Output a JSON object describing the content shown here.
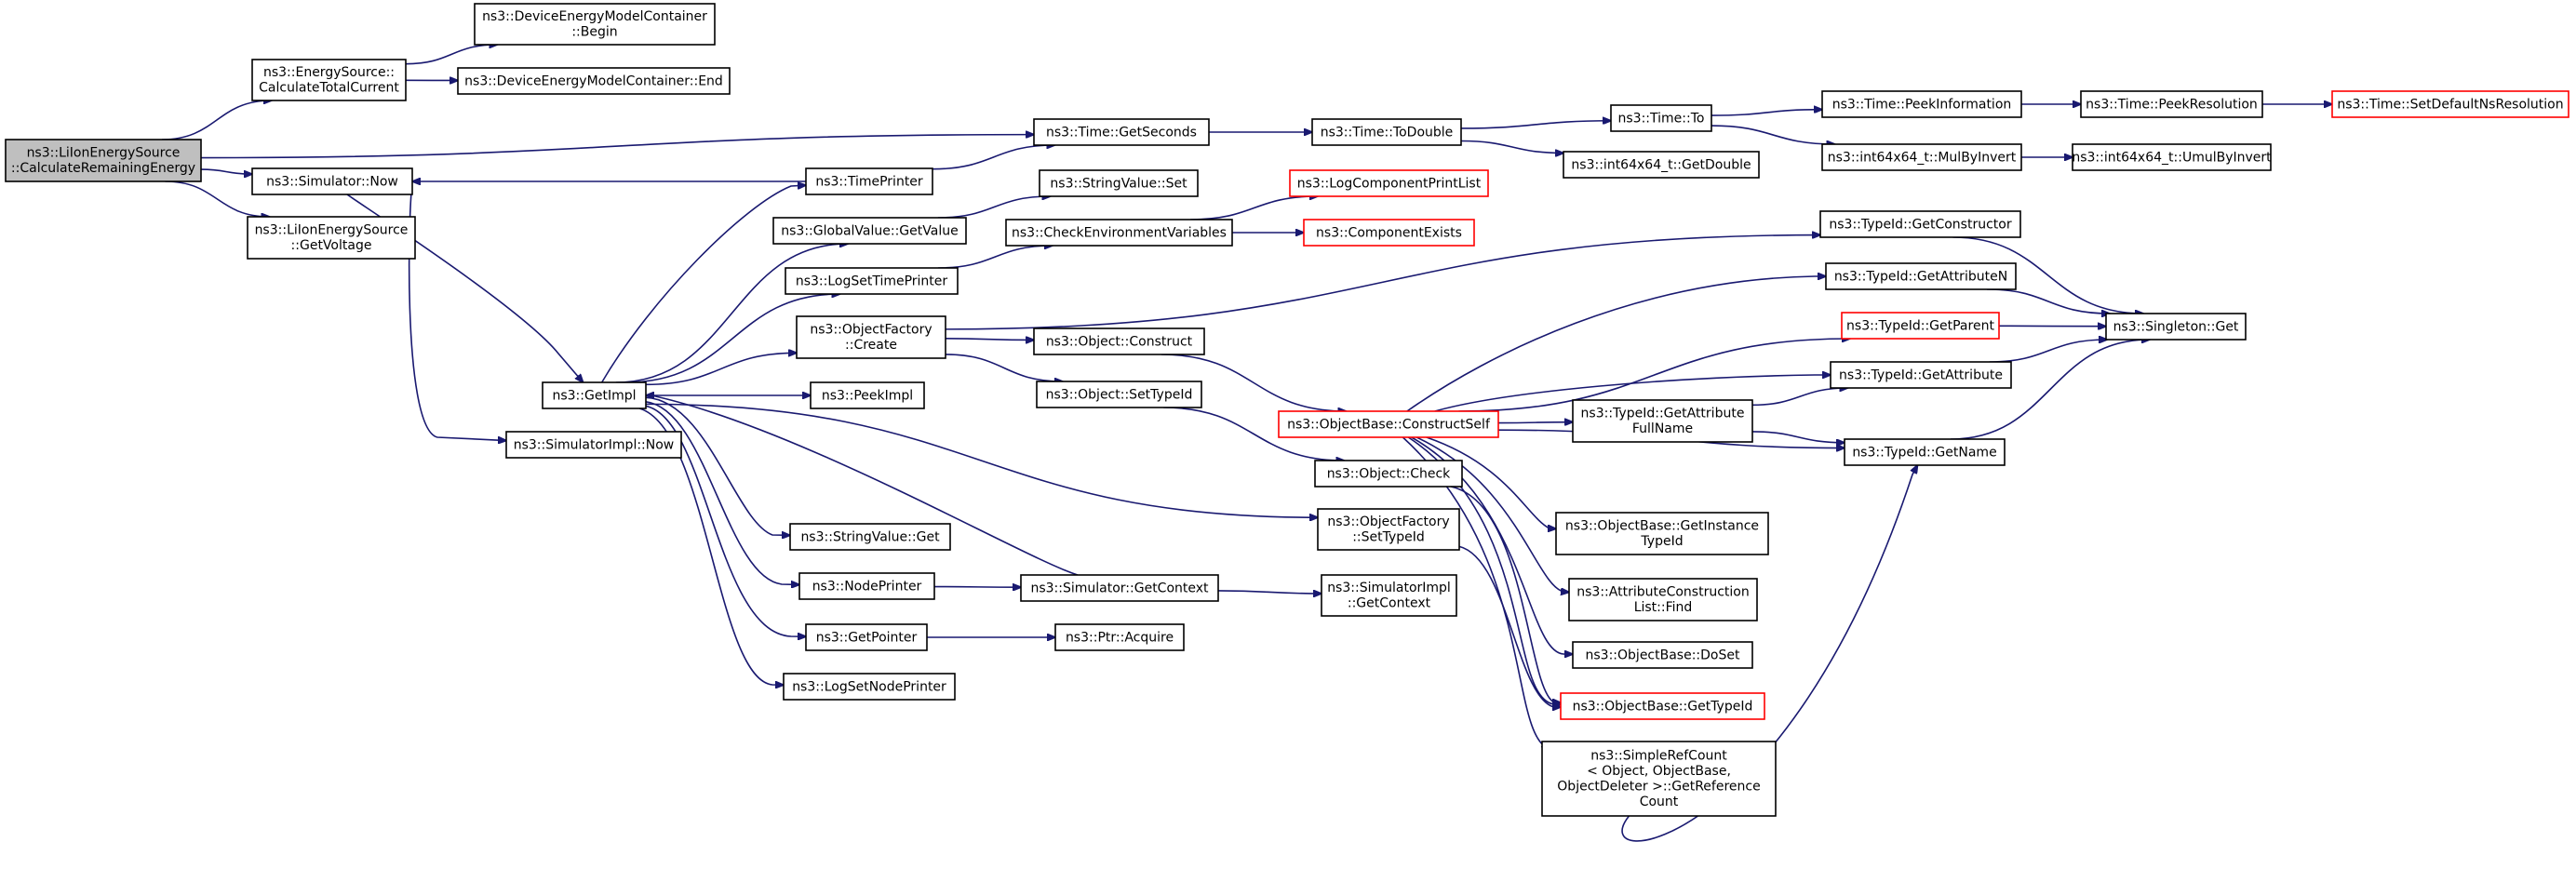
{
  "diagram": {
    "colors": {
      "edge": "#191970",
      "root_fill": "#bfbfbf",
      "missing_border": "#ff0000",
      "node_border": "#000000"
    },
    "nodes": [
      {
        "id": "root",
        "lines": [
          "ns3::LiIonEnergySource",
          "::CalculateRemainingEnergy"
        ],
        "style": "root"
      },
      {
        "id": "es_calc",
        "lines": [
          "ns3::EnergySource::",
          "CalculateTotalCurrent"
        ]
      },
      {
        "id": "dem_begin",
        "lines": [
          "ns3::DeviceEnergyModelContainer",
          "::Begin"
        ]
      },
      {
        "id": "dem_end",
        "lines": [
          "ns3::DeviceEnergyModelContainer::End"
        ]
      },
      {
        "id": "sim_now",
        "lines": [
          "ns3::Simulator::Now"
        ]
      },
      {
        "id": "getvoltage",
        "lines": [
          "ns3::LiIonEnergySource",
          "::GetVoltage"
        ]
      },
      {
        "id": "getimpl",
        "lines": [
          "ns3::GetImpl"
        ]
      },
      {
        "id": "simimpl_now",
        "lines": [
          "ns3::SimulatorImpl::Now"
        ]
      },
      {
        "id": "timeprinter",
        "lines": [
          "ns3::TimePrinter"
        ]
      },
      {
        "id": "gv_getvalue",
        "lines": [
          "ns3::GlobalValue::GetValue"
        ]
      },
      {
        "id": "logsettime",
        "lines": [
          "ns3::LogSetTimePrinter"
        ]
      },
      {
        "id": "of_create",
        "lines": [
          "ns3::ObjectFactory",
          "::Create"
        ]
      },
      {
        "id": "peekimpl",
        "lines": [
          "ns3::PeekImpl"
        ]
      },
      {
        "id": "sv_get",
        "lines": [
          "ns3::StringValue::Get"
        ]
      },
      {
        "id": "nodeprinter",
        "lines": [
          "ns3::NodePrinter"
        ]
      },
      {
        "id": "getpointer",
        "lines": [
          "ns3::GetPointer"
        ]
      },
      {
        "id": "logsetnode",
        "lines": [
          "ns3::LogSetNodePrinter"
        ]
      },
      {
        "id": "time_getseconds",
        "lines": [
          "ns3::Time::GetSeconds"
        ]
      },
      {
        "id": "sv_set",
        "lines": [
          "ns3::StringValue::Set"
        ]
      },
      {
        "id": "checkenv",
        "lines": [
          "ns3::CheckEnvironmentVariables"
        ]
      },
      {
        "id": "obj_construct",
        "lines": [
          "ns3::Object::Construct"
        ]
      },
      {
        "id": "obj_settypeid",
        "lines": [
          "ns3::Object::SetTypeId"
        ]
      },
      {
        "id": "sim_getcontext",
        "lines": [
          "ns3::Simulator::GetContext"
        ]
      },
      {
        "id": "ptr_acquire",
        "lines": [
          "ns3::Ptr::Acquire"
        ]
      },
      {
        "id": "time_todouble",
        "lines": [
          "ns3::Time::ToDouble"
        ]
      },
      {
        "id": "logcompprint",
        "lines": [
          "ns3::LogComponentPrintList"
        ],
        "style": "red"
      },
      {
        "id": "compexists",
        "lines": [
          "ns3::ComponentExists"
        ],
        "style": "red"
      },
      {
        "id": "ob_constructself",
        "lines": [
          "ns3::ObjectBase::ConstructSelf"
        ],
        "style": "red"
      },
      {
        "id": "obj_check",
        "lines": [
          "ns3::Object::Check"
        ]
      },
      {
        "id": "of_settypeid",
        "lines": [
          "ns3::ObjectFactory",
          "::SetTypeId"
        ]
      },
      {
        "id": "simimpl_getcontext",
        "lines": [
          "ns3::SimulatorImpl",
          "::GetContext"
        ]
      },
      {
        "id": "time_to",
        "lines": [
          "ns3::Time::To"
        ]
      },
      {
        "id": "int64_getdouble",
        "lines": [
          "ns3::int64x64_t::GetDouble"
        ]
      },
      {
        "id": "tid_getattrfull",
        "lines": [
          "ns3::TypeId::GetAttribute",
          "FullName"
        ]
      },
      {
        "id": "ob_getinstance",
        "lines": [
          "ns3::ObjectBase::GetInstance",
          "TypeId"
        ]
      },
      {
        "id": "attrconstruction",
        "lines": [
          "ns3::AttributeConstruction",
          "List::Find"
        ]
      },
      {
        "id": "ob_doset",
        "lines": [
          "ns3::ObjectBase::DoSet"
        ]
      },
      {
        "id": "ob_gettypeid",
        "lines": [
          "ns3::ObjectBase::GetTypeId"
        ],
        "style": "red"
      },
      {
        "id": "simplerefcount",
        "lines": [
          "ns3::SimpleRefCount",
          "< Object, ObjectBase,",
          " ObjectDeleter >::GetReference",
          "Count"
        ]
      },
      {
        "id": "time_peekinfo",
        "lines": [
          "ns3::Time::PeekInformation"
        ]
      },
      {
        "id": "int64_mulbyinvert",
        "lines": [
          "ns3::int64x64_t::MulByInvert"
        ]
      },
      {
        "id": "tid_getconstructor",
        "lines": [
          "ns3::TypeId::GetConstructor"
        ]
      },
      {
        "id": "tid_getattributen",
        "lines": [
          "ns3::TypeId::GetAttributeN"
        ]
      },
      {
        "id": "tid_getparent",
        "lines": [
          "ns3::TypeId::GetParent"
        ],
        "style": "red"
      },
      {
        "id": "tid_getattribute",
        "lines": [
          "ns3::TypeId::GetAttribute"
        ]
      },
      {
        "id": "tid_getname",
        "lines": [
          "ns3::TypeId::GetName"
        ]
      },
      {
        "id": "time_peekres",
        "lines": [
          "ns3::Time::PeekResolution"
        ]
      },
      {
        "id": "int64_umulbyinvert",
        "lines": [
          "ns3::int64x64_t::UmulByInvert"
        ]
      },
      {
        "id": "singleton_get",
        "lines": [
          "ns3::Singleton::Get"
        ]
      },
      {
        "id": "time_setdefault",
        "lines": [
          "ns3::Time::SetDefaultNsResolution"
        ],
        "style": "red"
      }
    ],
    "edges": [
      [
        "root",
        "es_calc"
      ],
      [
        "root",
        "time_getseconds"
      ],
      [
        "root",
        "sim_now"
      ],
      [
        "root",
        "getvoltage"
      ],
      [
        "es_calc",
        "dem_begin"
      ],
      [
        "es_calc",
        "dem_end"
      ],
      [
        "sim_now",
        "getimpl"
      ],
      [
        "sim_now",
        "simimpl_now"
      ],
      [
        "timeprinter",
        "sim_now"
      ],
      [
        "timeprinter",
        "time_getseconds"
      ],
      [
        "getimpl",
        "timeprinter"
      ],
      [
        "getimpl",
        "gv_getvalue"
      ],
      [
        "getimpl",
        "logsettime"
      ],
      [
        "getimpl",
        "of_create"
      ],
      [
        "getimpl",
        "peekimpl"
      ],
      [
        "getimpl",
        "sv_get"
      ],
      [
        "getimpl",
        "nodeprinter"
      ],
      [
        "getimpl",
        "getpointer"
      ],
      [
        "getimpl",
        "logsetnode"
      ],
      [
        "getimpl",
        "of_settypeid"
      ],
      [
        "sim_getcontext",
        "getimpl"
      ],
      [
        "gv_getvalue",
        "sv_set"
      ],
      [
        "logsettime",
        "checkenv"
      ],
      [
        "checkenv",
        "logcompprint"
      ],
      [
        "checkenv",
        "compexists"
      ],
      [
        "of_create",
        "obj_construct"
      ],
      [
        "of_create",
        "obj_settypeid"
      ],
      [
        "of_create",
        "tid_getconstructor"
      ],
      [
        "obj_construct",
        "ob_constructself"
      ],
      [
        "obj_settypeid",
        "obj_check"
      ],
      [
        "nodeprinter",
        "sim_getcontext"
      ],
      [
        "sim_getcontext",
        "simimpl_getcontext"
      ],
      [
        "getpointer",
        "ptr_acquire"
      ],
      [
        "time_getseconds",
        "time_todouble"
      ],
      [
        "time_todouble",
        "time_to"
      ],
      [
        "time_todouble",
        "int64_getdouble"
      ],
      [
        "time_to",
        "time_peekinfo"
      ],
      [
        "time_to",
        "int64_mulbyinvert"
      ],
      [
        "time_peekinfo",
        "time_peekres"
      ],
      [
        "time_peekres",
        "time_setdefault"
      ],
      [
        "int64_mulbyinvert",
        "int64_umulbyinvert"
      ],
      [
        "ob_constructself",
        "tid_getattributen"
      ],
      [
        "ob_constructself",
        "tid_getparent"
      ],
      [
        "ob_constructself",
        "tid_getattribute"
      ],
      [
        "ob_constructself",
        "tid_getattrfull"
      ],
      [
        "ob_constructself",
        "tid_getname"
      ],
      [
        "ob_constructself",
        "ob_getinstance"
      ],
      [
        "ob_constructself",
        "attrconstruction"
      ],
      [
        "ob_constructself",
        "ob_doset"
      ],
      [
        "ob_constructself",
        "ob_gettypeid"
      ],
      [
        "ob_constructself",
        "simplerefcount"
      ],
      [
        "obj_check",
        "ob_gettypeid"
      ],
      [
        "of_settypeid",
        "ob_gettypeid"
      ],
      [
        "simplerefcount",
        "tid_getname"
      ],
      [
        "tid_getattrfull",
        "tid_getattribute"
      ],
      [
        "tid_getattrfull",
        "tid_getname"
      ],
      [
        "tid_getconstructor",
        "singleton_get"
      ],
      [
        "tid_getattributen",
        "singleton_get"
      ],
      [
        "tid_getparent",
        "singleton_get"
      ],
      [
        "tid_getattribute",
        "singleton_get"
      ],
      [
        "tid_getname",
        "singleton_get"
      ]
    ]
  }
}
